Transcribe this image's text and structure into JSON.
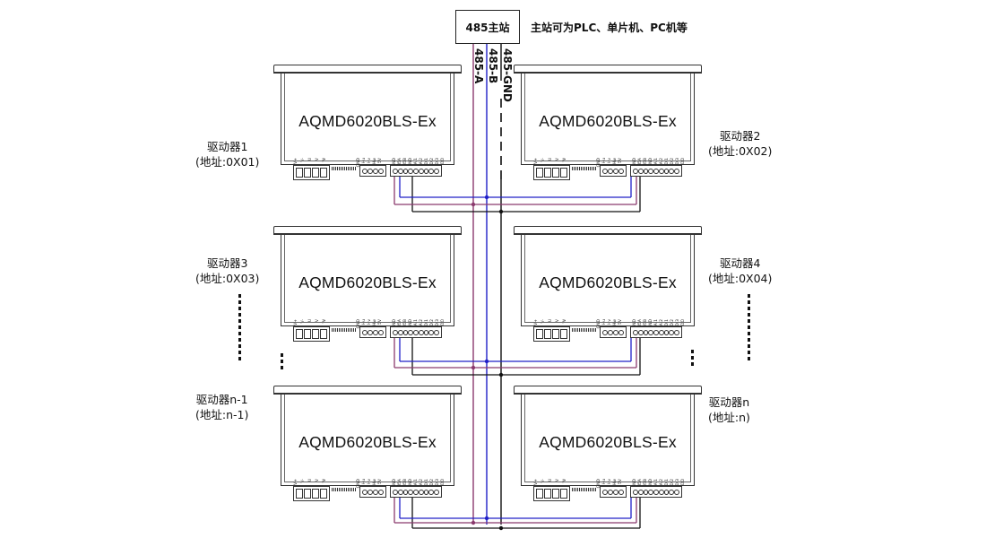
{
  "master": {
    "label": "485主站",
    "note": "主站可为PLC、单片机、PC机等"
  },
  "bus": {
    "labels": [
      "485-A",
      "485-B",
      "485-GND"
    ],
    "colors": {
      "a": "#8b3a6e",
      "b": "#2020c8",
      "gnd": "#111111"
    }
  },
  "devices": [
    {
      "model": "AQMD6020BLS-Ex",
      "name": "驱动器1",
      "addr": "(地址:0X01)"
    },
    {
      "model": "AQMD6020BLS-Ex",
      "name": "驱动器2",
      "addr": "(地址:0X02)"
    },
    {
      "model": "AQMD6020BLS-Ex",
      "name": "驱动器3",
      "addr": "(地址:0X03)"
    },
    {
      "model": "AQMD6020BLS-Ex",
      "name": "驱动器4",
      "addr": "(地址:0X04)"
    },
    {
      "model": "AQMD6020BLS-Ex",
      "name": "驱动器n-1",
      "addr": "(地址:n-1)"
    },
    {
      "model": "AQMD6020BLS-Ex",
      "name": "驱动器n",
      "addr": "(地址:n)"
    }
  ],
  "pin_labels": {
    "power": [
      "V+",
      "V-",
      "U",
      "V",
      "W"
    ],
    "hall": [
      "GND",
      "Hu",
      "Hv",
      "Hw",
      "5V"
    ],
    "signal": [
      "GND",
      "485A",
      "485B",
      "GND",
      "AI1",
      "AI2",
      "DI1",
      "DI2",
      "DI3",
      "DO"
    ]
  }
}
